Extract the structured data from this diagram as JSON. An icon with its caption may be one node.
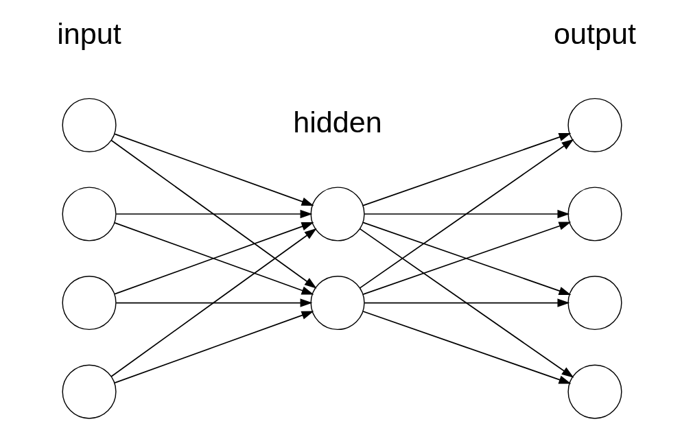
{
  "diagram": {
    "nodes": [
      {
        "text": [],
        "shape": "circle"
      },
      {
        "text": [],
        "shape": "circle"
      },
      {
        "text": [],
        "shape": "circle"
      },
      {
        "text": [],
        "shape": "circle"
      },
      {
        "text": [],
        "shape": "circle"
      },
      {
        "text": [],
        "shape": "circle"
      },
      {
        "text": [],
        "shape": "circle"
      },
      {
        "text": [],
        "shape": "circle"
      },
      {
        "text": [],
        "shape": "circle"
      },
      {
        "text": [],
        "shape": "circle"
      }
    ],
    "edges": [
      {
        "from": 0,
        "to": 4,
        "arrow": "to"
      },
      {
        "from": 0,
        "to": 5,
        "arrow": "to"
      },
      {
        "from": 1,
        "to": 4,
        "arrow": "to"
      },
      {
        "from": 1,
        "to": 5,
        "arrow": "to"
      },
      {
        "from": 2,
        "to": 4,
        "arrow": "to"
      },
      {
        "from": 2,
        "to": 5,
        "arrow": "to"
      },
      {
        "from": 3,
        "to": 4,
        "arrow": "to"
      },
      {
        "from": 3,
        "to": 5,
        "arrow": "to"
      },
      {
        "from": 4,
        "to": 6,
        "arrow": "to"
      },
      {
        "from": 4,
        "to": 7,
        "arrow": "to"
      },
      {
        "from": 4,
        "to": 8,
        "arrow": "to"
      },
      {
        "from": 4,
        "to": 9,
        "arrow": "to"
      },
      {
        "from": 5,
        "to": 6,
        "arrow": "to"
      },
      {
        "from": 5,
        "to": 7,
        "arrow": "to"
      },
      {
        "from": 5,
        "to": 8,
        "arrow": "to"
      },
      {
        "from": 5,
        "to": 9,
        "arrow": "to"
      }
    ],
    "labels": [
      "input",
      "hidden",
      "output"
    ]
  }
}
